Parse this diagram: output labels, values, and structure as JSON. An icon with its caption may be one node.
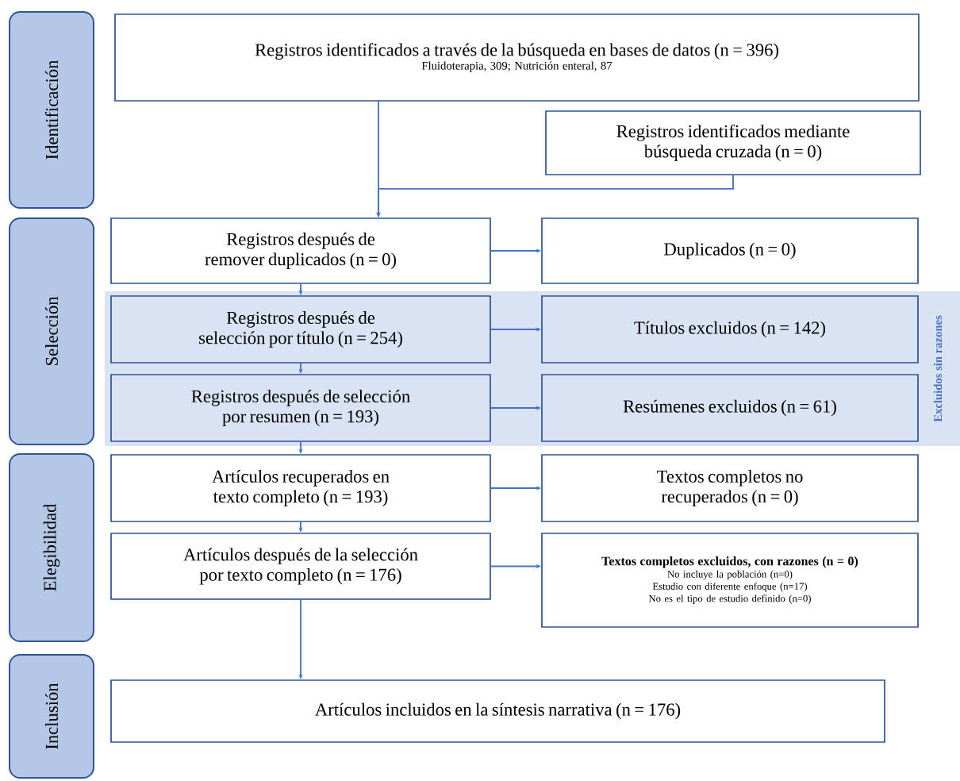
{
  "diagram": {
    "nodes": [
      {
        "text": [
          "Identificación"
        ]
      },
      {
        "text": [
          "Registros identificados a través de la búsqueda en bases de datos (n = 396)",
          "Fluidoterapia, 309; Nutrición enteral, 87"
        ]
      },
      {
        "text": [
          "Registros identificados mediante búsqueda cruzada (n = 0)"
        ]
      },
      {
        "text": [
          "Selección"
        ]
      },
      {
        "text": [
          "Registros después de remover duplicados (n = 0)"
        ]
      },
      {
        "text": [
          "Duplicados (n = 0)"
        ]
      },
      {
        "text": [
          "Excluidos sin razones"
        ]
      },
      {
        "text": [
          "Registros después de selección por título (n = 254)"
        ],
        "in": 6
      },
      {
        "text": [
          "Títulos excluidos (n = 142)"
        ],
        "in": 6
      },
      {
        "text": [
          "Registros después de selección por resumen (n = 193)"
        ],
        "in": 6
      },
      {
        "text": [
          "Resúmenes excluidos (n = 61)"
        ],
        "in": 6
      },
      {
        "text": [
          "Elegibilidad"
        ]
      },
      {
        "text": [
          "Artículos recuperados en texto completo (n = 193)"
        ]
      },
      {
        "text": [
          "Textos completos no recuperados (n = 0)"
        ]
      },
      {
        "text": [
          "Artículos después de la selección por texto completo (n = 176)"
        ]
      },
      {
        "text": [
          "Textos completos excluidos, con razones (n = 0)",
          "No incluye la población (n=0)",
          "Estudio con diferente enfoque (n=17)",
          "No es el tipo de estudio  definido (n=0)"
        ]
      },
      {
        "text": [
          "Inclusión"
        ]
      },
      {
        "text": [
          "Artículos incluidos en la síntesis narrativa (n = 176)"
        ]
      }
    ],
    "edges": [
      {
        "from": 1,
        "to": 4,
        "arrow": "to"
      },
      {
        "from": 2,
        "to": 4,
        "arrow": "to"
      },
      {
        "from": 4,
        "to": 5,
        "arrow": "to"
      },
      {
        "from": 4,
        "to": 7,
        "arrow": "to"
      },
      {
        "from": 7,
        "to": 8,
        "arrow": "to"
      },
      {
        "from": 7,
        "to": 9,
        "arrow": "to"
      },
      {
        "from": 9,
        "to": 10,
        "arrow": "to"
      },
      {
        "from": 9,
        "to": 12,
        "arrow": "to"
      },
      {
        "from": 12,
        "to": 13,
        "arrow": "to"
      },
      {
        "from": 12,
        "to": 14,
        "arrow": "to"
      },
      {
        "from": 14,
        "to": 15,
        "arrow": "to"
      },
      {
        "from": 14,
        "to": 17,
        "arrow": "to"
      }
    ]
  }
}
